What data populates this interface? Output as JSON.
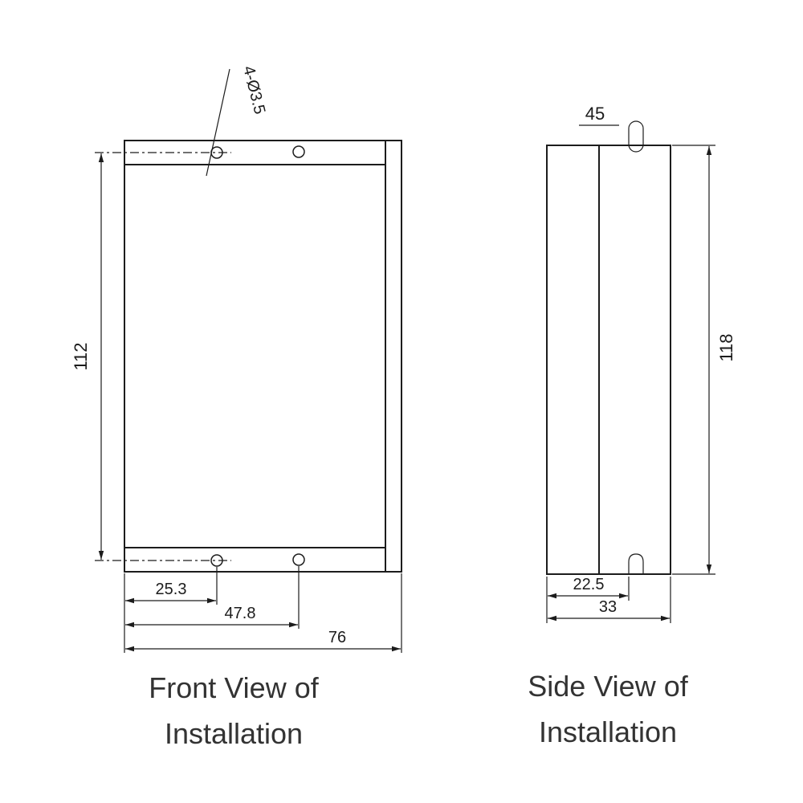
{
  "drawing": {
    "front": {
      "title1": "Front View of",
      "title2": "Installation",
      "holes_label": "4-Ø3.5",
      "height": "112",
      "hole_offset1": "25.3",
      "hole_offset2": "47.8",
      "width": "76"
    },
    "side": {
      "title1": "Side View of",
      "title2": "Installation",
      "slot_width": "45",
      "height": "118",
      "slot_offset": "22.5",
      "depth": "33"
    }
  },
  "colors": {
    "line": "#1c1c1c",
    "text": "#1c1c1c",
    "title": "#333333",
    "background": "#ffffff"
  }
}
